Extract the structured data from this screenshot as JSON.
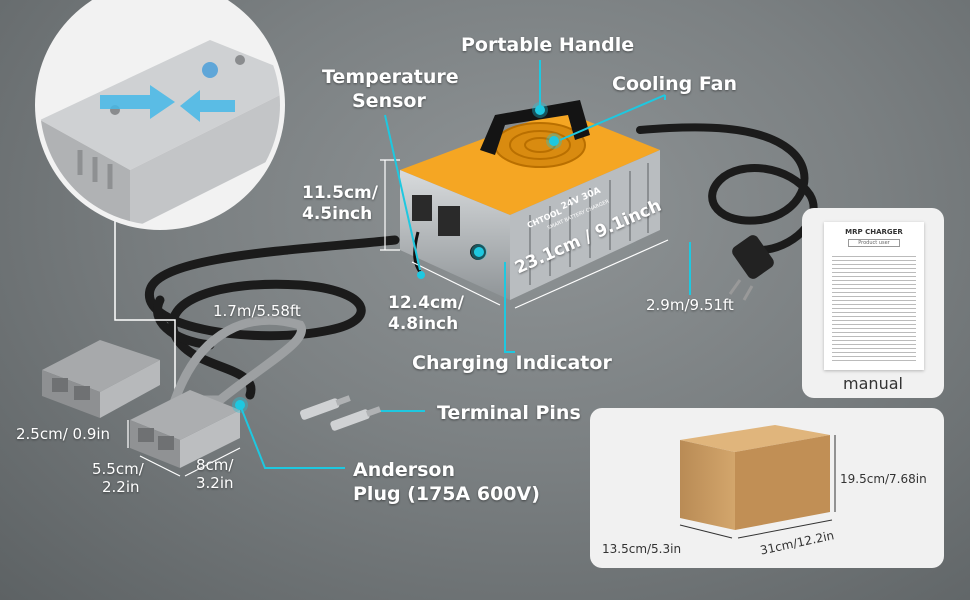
{
  "labels": {
    "portable_handle": "Portable Handle",
    "temperature_sensor_1": "Temperature",
    "temperature_sensor_2": "Sensor",
    "cooling_fan": "Cooling Fan",
    "height_cm": "11.5cm/",
    "height_in": "4.5inch",
    "depth_cm": "12.4cm/",
    "depth_in": "4.8inch",
    "length": "23.1cm / 9.1inch",
    "output_cable": "1.7m/5.58ft",
    "input_cable": "2.9m/9.51ft",
    "charging_indicator": "Charging Indicator",
    "terminal_pins": "Terminal Pins",
    "plug_height": "2.5cm/ 0.9in",
    "plug_width_cm": "5.5cm/",
    "plug_width_in": "2.2in",
    "plug_length_cm": "8cm/",
    "plug_length_in": "3.2in",
    "anderson_1": "Anderson",
    "anderson_2": "Plug (175A 600V)",
    "manual": "manual",
    "box_height": "19.5cm/7.68in",
    "box_depth": "13.5cm/5.3in",
    "box_width": "31cm/12.2in"
  },
  "charger_face": {
    "brand": "CHTOOL",
    "rating": "24V 30A",
    "subtitle": "SMART BATTERY CHARGER"
  },
  "manual_doc": {
    "title": "MRP CHARGER",
    "subtitle": "Product user"
  },
  "colors": {
    "accent": "#1ec8e0",
    "charger_top": "#f5a623",
    "box": "#c79a62"
  }
}
